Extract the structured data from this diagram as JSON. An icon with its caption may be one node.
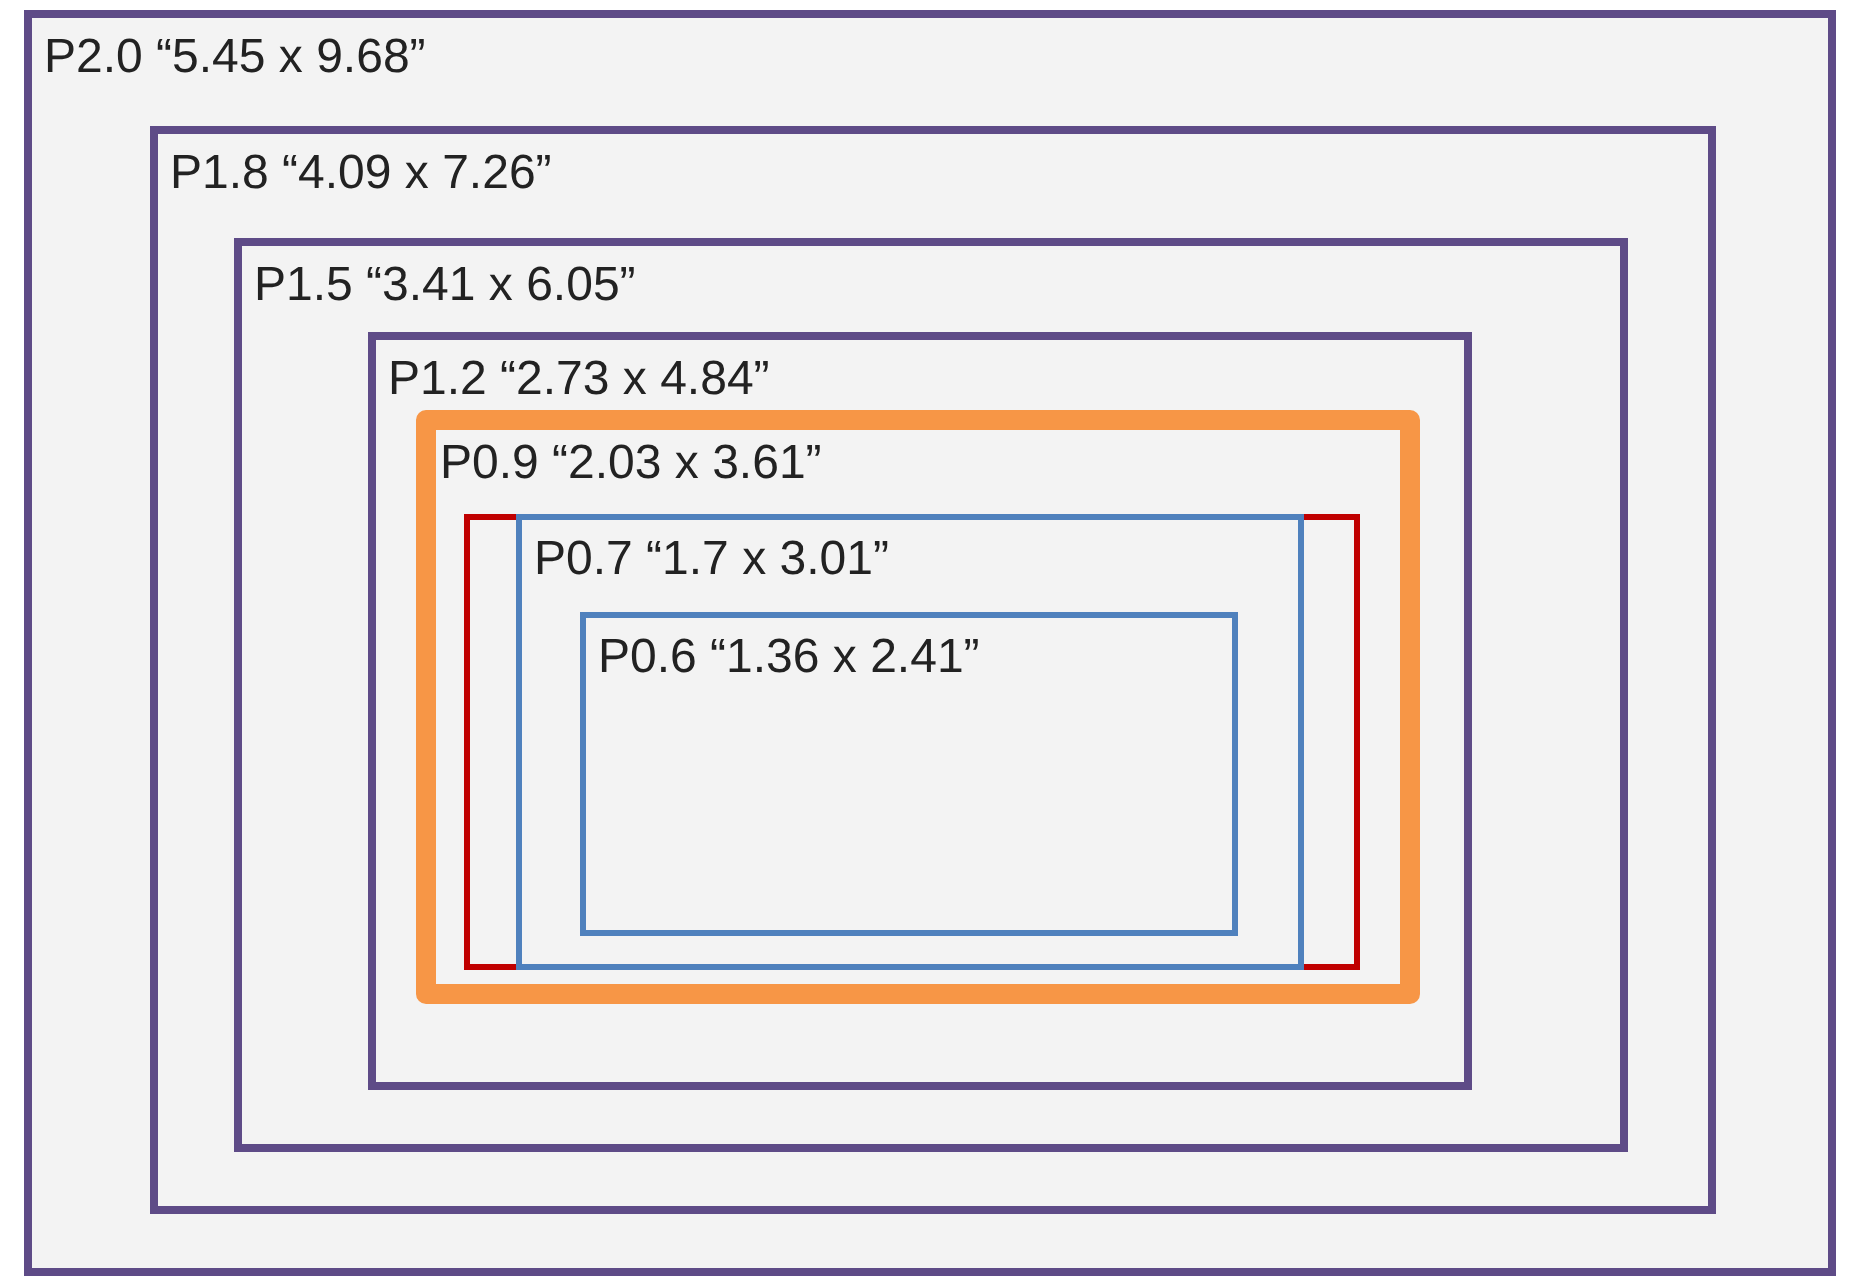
{
  "diagram": {
    "nodes": [
      {
        "text": [
          "P2.0 “5.45 x 9.68”"
        ]
      },
      {
        "text": [
          "P1.8 “4.09 x 7.26”"
        ],
        "in": 0
      },
      {
        "text": [
          "P1.5 “3.41 x 6.05”"
        ],
        "in": 1
      },
      {
        "text": [
          "P1.2 “2.73 x 4.84”"
        ],
        "in": 2
      },
      {
        "text": [
          "P0.9 “2.03 x 3.61”"
        ],
        "in": 3
      },
      {
        "text": [],
        "shape": "box",
        "in": 4
      },
      {
        "text": [
          "P0.7 “1.7 x 3.01”"
        ],
        "in": 4
      },
      {
        "text": [
          "P0.6 “1.36 x 2.41”"
        ],
        "in": 6
      }
    ]
  }
}
